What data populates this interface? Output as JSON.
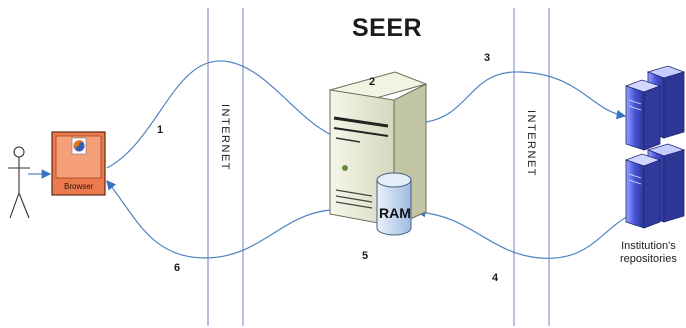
{
  "title": "SEER",
  "internet_label": "INTERNET",
  "browser_label": "Browser",
  "ram_label": "RAM",
  "repositories_label": [
    "Institution's",
    "repositories"
  ],
  "steps": [
    "1",
    "2",
    "3",
    "4",
    "5",
    "6"
  ],
  "colors": {
    "internet_lines": "#8899cc",
    "flow_arrows": "#4f83c2",
    "browser_fill": "#ec7a4e",
    "server_body": "#e8ebd6",
    "ram_fill": "#cfe0f2",
    "repository_fill": "#5560d8"
  },
  "icons": [
    "user-stick-figure-icon",
    "browser-firefox-icon",
    "server-tower-icon",
    "ram-cylinder-icon",
    "repository-servers-icon"
  ]
}
